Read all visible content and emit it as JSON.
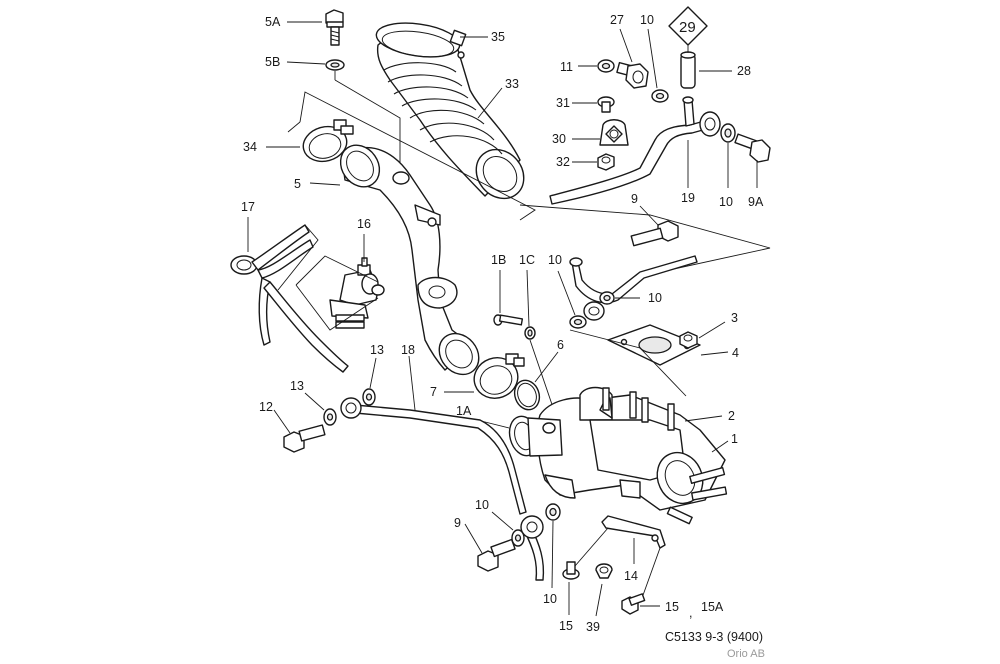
{
  "diagram_ref": "C5133 9-3 (9400)",
  "copyright": "Orio AB",
  "badge_label": "29",
  "labels": {
    "l5A": "5A",
    "l5B": "5B",
    "l35": "35",
    "l33": "33",
    "l34": "34",
    "l5": "5",
    "l27": "27",
    "l10a": "10",
    "l29": "29",
    "l11": "11",
    "l28": "28",
    "l31": "31",
    "l30": "30",
    "l32": "32",
    "l19": "19",
    "l10b": "10",
    "l9A": "9A",
    "l9a": "9",
    "l17": "17",
    "l16": "16",
    "l1B": "1B",
    "l1C": "1C",
    "l10c": "10",
    "l10d": "10",
    "l3": "3",
    "l4": "4",
    "l6": "6",
    "l13a": "13",
    "l18": "18",
    "l13b": "13",
    "l7": "7",
    "l2": "2",
    "l12": "12",
    "l1A": "1A",
    "l1": "1",
    "l10e": "10",
    "l9b": "9",
    "l14": "14",
    "l10f": "10",
    "l15a": "15",
    "l15b": "15",
    "l15A": "15A",
    "l39": "39",
    "lcomma": ","
  }
}
